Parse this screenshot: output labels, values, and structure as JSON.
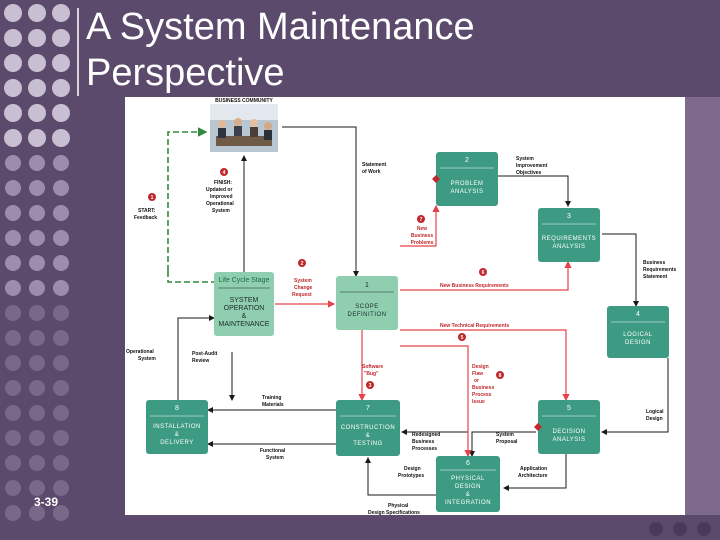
{
  "slide": {
    "title_lines": [
      "A System Maintenance",
      "Perspective"
    ],
    "slide_number": "3-39"
  },
  "colors": {
    "background": "#5b4a6b",
    "box": "#3c9b82",
    "phase_box": "#8fcfb0",
    "arrow_red": "#e4434a",
    "arrow_black": "#1a1a1a",
    "arrow_green": "#2f8a3b"
  },
  "business_community": {
    "label": "BUSINESS COMMUNITY"
  },
  "lifecycle": {
    "title": "Life Cycle Stage",
    "lines": [
      "SYSTEM",
      "OPERATION",
      "&",
      "MAINTENANCE"
    ]
  },
  "boxes": [
    {
      "num": "2",
      "lines": [
        "PROBLEM",
        "ANALYSIS"
      ]
    },
    {
      "num": "3",
      "lines": [
        "REQUIREMENTS",
        "ANALYSIS"
      ]
    },
    {
      "num": "1",
      "lines": [
        "SCOPE",
        "DEFINITION"
      ]
    },
    {
      "num": "4",
      "lines": [
        "LOGICAL",
        "DESIGN"
      ]
    },
    {
      "num": "8",
      "lines": [
        "INSTALLATION",
        "&",
        "DELIVERY"
      ]
    },
    {
      "num": "7",
      "lines": [
        "CONSTRUCTION",
        "&",
        "TESTING"
      ]
    },
    {
      "num": "5",
      "lines": [
        "DECISION",
        "ANALYSIS"
      ]
    },
    {
      "num": "6",
      "lines": [
        "PHYSICAL",
        "DESIGN",
        "&",
        "INTEGRATION"
      ]
    }
  ],
  "annotations": {
    "statement_of_work": [
      "Statement",
      "of Work"
    ],
    "system_improvement": [
      "System",
      "Improvement",
      "Objectives"
    ],
    "start_feedback": [
      "START:",
      "Feedback"
    ],
    "finish": [
      "FINISH:",
      "Updated or",
      "Improved",
      "Operational",
      "System"
    ],
    "new_business_problems": [
      "New",
      "Business",
      "Problems"
    ],
    "business_req_statement": [
      "Business",
      "Requirements",
      "Statement"
    ],
    "system_change_request": [
      "System",
      "Change",
      "Request"
    ],
    "new_business_requirements": "New Business Requirements",
    "new_technical_requirements": "New Technical Requirements",
    "operational_system": [
      "Operational",
      "System"
    ],
    "post_audit_review": [
      "Post-Audit",
      "Review"
    ],
    "software_bug": [
      "Software",
      "\"Bug\""
    ],
    "design_flaw": [
      "Design",
      "Flaw",
      "or",
      "Business",
      "Process",
      "Issue"
    ],
    "training_materials": [
      "Training",
      "Materials"
    ],
    "logical_design": [
      "Logical",
      "Design"
    ],
    "redesigned_business_processes": [
      "Redesigned",
      "Business",
      "Processes"
    ],
    "system_proposal": [
      "System",
      "Proposal"
    ],
    "functional_system": [
      "Functional",
      "System"
    ],
    "design_prototypes": [
      "Design",
      "Prototypes"
    ],
    "application_architecture": [
      "Application",
      "Architecture"
    ],
    "physical_design_specifications": [
      "Physical",
      "Design Specifications"
    ]
  },
  "markers": [
    "1",
    "2",
    "3",
    "4",
    "5",
    "6",
    "7",
    "8"
  ]
}
